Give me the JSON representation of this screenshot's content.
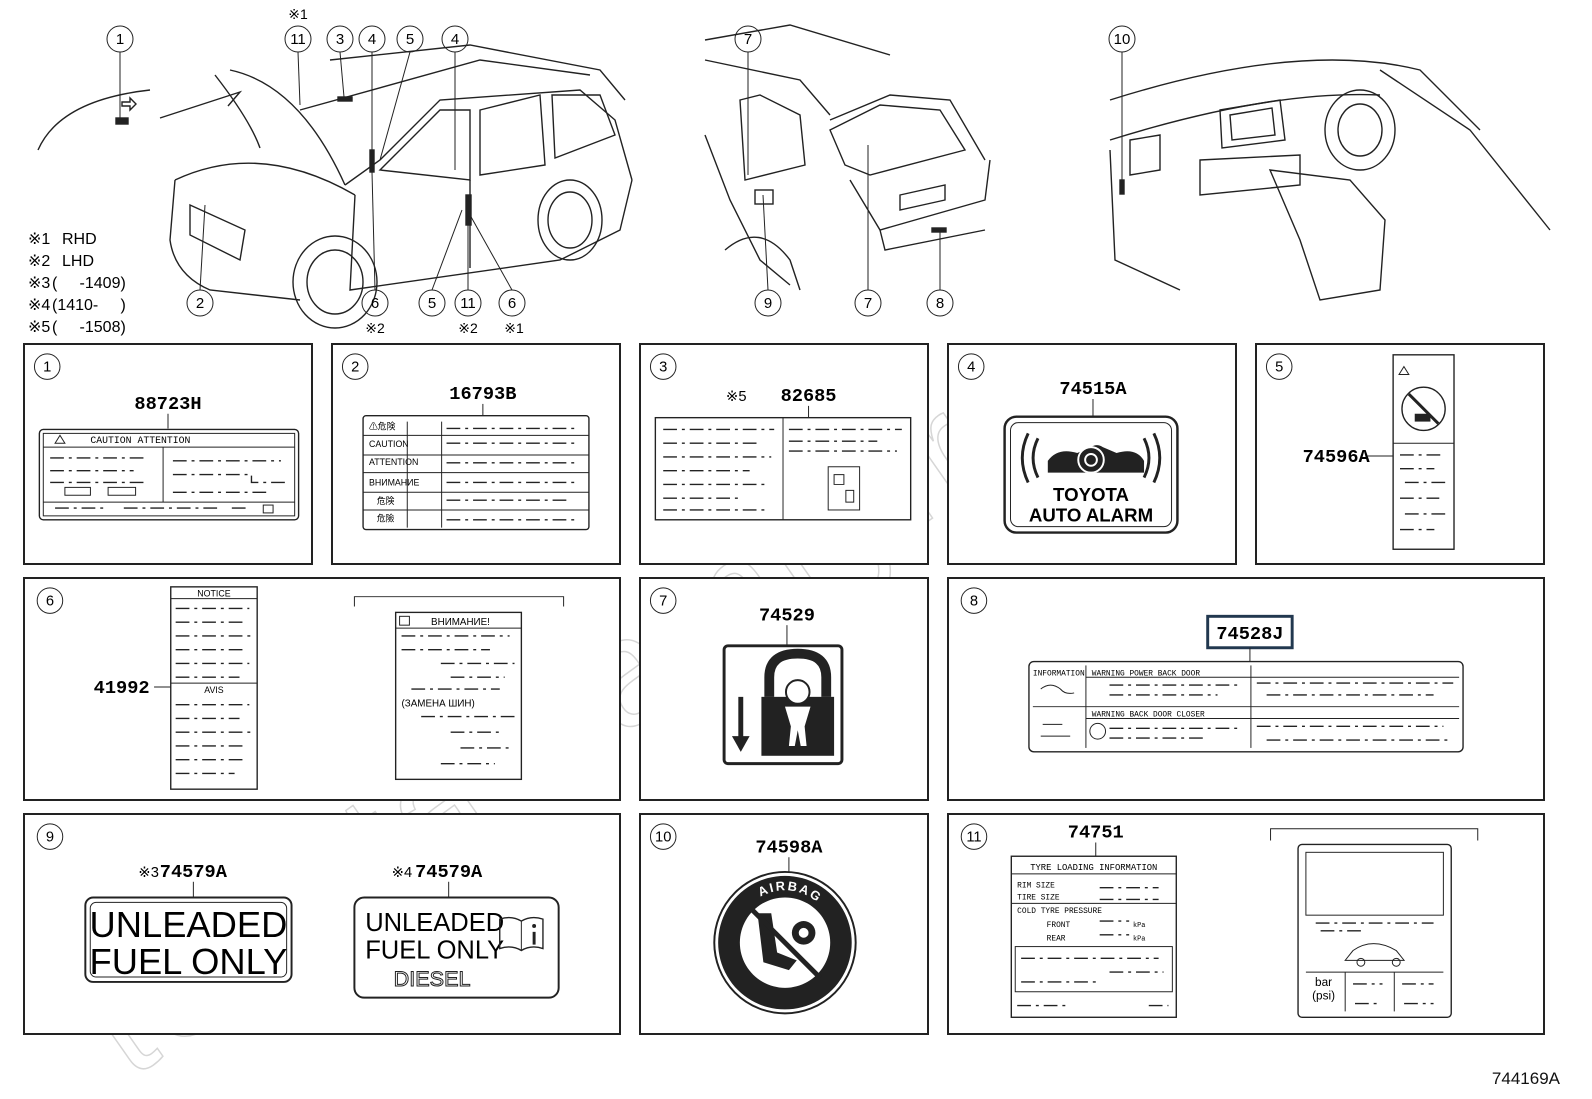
{
  "diagram_id": "744169A",
  "watermark": "toyota-camry.ru",
  "callout_numbers": [
    "1",
    "2",
    "3",
    "4",
    "5",
    "6",
    "7",
    "8",
    "9",
    "10",
    "11"
  ],
  "legend": [
    {
      "mark": "※1",
      "text": "RHD"
    },
    {
      "mark": "※2",
      "text": "LHD"
    },
    {
      "mark": "※3",
      "text": "(     -1409)"
    },
    {
      "mark": "※4",
      "text": "(1410-     )"
    },
    {
      "mark": "※5",
      "text": "(     -1508)"
    }
  ],
  "overview_marks": {
    "c11_top_note": "※1",
    "c6_note": "※2",
    "c11_bottom_note": "※2",
    "c6b_note": "※1"
  },
  "panels": [
    {
      "num": "1",
      "part": "88723H",
      "label_header": "CAUTION  ATTENTION"
    },
    {
      "num": "2",
      "part": "16793B",
      "rows": [
        "⚠危険",
        "CAUTION",
        "ATTENTION",
        "ВНИМАНИЕ",
        "危険",
        "危險"
      ]
    },
    {
      "num": "3",
      "note": "※5",
      "part": "82685"
    },
    {
      "num": "4",
      "part": "74515A",
      "sign_line1": "TOYOTA",
      "sign_line2": "AUTO ALARM"
    },
    {
      "num": "5",
      "part": "74596A"
    },
    {
      "num": "6",
      "part": "41992",
      "label_a_title": "NOTICE",
      "label_a_sub": "AVIS",
      "label_b_title": "ВНИМАНИЕ!",
      "label_b_sub": "(ЗАМЕНА ШИН)"
    },
    {
      "num": "7",
      "part": "74529"
    },
    {
      "num": "8",
      "part": "74528J",
      "texts": [
        "INFORMATION",
        "WARNING  POWER  BACK  DOOR",
        "WARNING  BACK DOOR  CLOSER"
      ]
    },
    {
      "num": "9",
      "left_note": "※3",
      "left_part": "74579A",
      "right_note": "※4",
      "right_part": "74579A",
      "left_l1": "UNLEADED",
      "left_l2": "FUEL ONLY",
      "right_l1": "UNLEADED",
      "right_l2": "FUEL ONLY",
      "right_l3": "DIESEL"
    },
    {
      "num": "10",
      "part": "74598A",
      "ring_text": "AIRBAG"
    },
    {
      "num": "11",
      "part": "74751",
      "title": "TYRE  LOADING  INFORMATION",
      "rows": [
        "RIM SIZE",
        "TIRE SIZE",
        "COLD TYRE PRESSURE",
        "FRONT",
        "REAR"
      ],
      "unit": "kPa",
      "unit_bar": "bar",
      "unit_psi": "(psi)"
    }
  ]
}
